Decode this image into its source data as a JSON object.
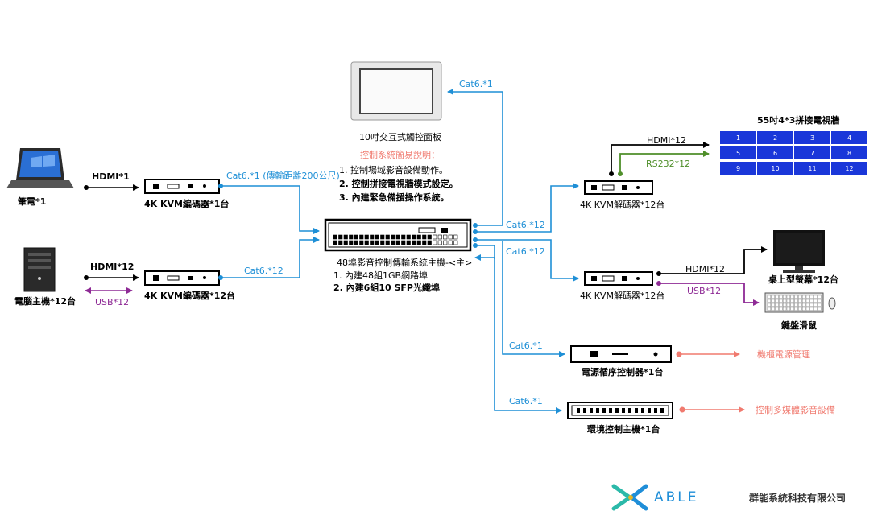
{
  "laptop": {
    "label": "筆電*1",
    "link": "HDMI*1"
  },
  "pc": {
    "label": "電腦主機*12台",
    "link_hdmi": "HDMI*12",
    "link_usb": "USB*12"
  },
  "encoder1": {
    "label": "4K KVM編碼器*1台",
    "link": "Cat6.*1 (傳輸距離200公尺)"
  },
  "encoder2": {
    "label": "4K KVM編碼器*12台",
    "link": "Cat6.*12"
  },
  "panel": {
    "link": "Cat6.*1",
    "label": "10吋交互式觸控面板",
    "desc_title": "控制系統簡易說明：",
    "desc_items": [
      "1.  控制場域影音設備動作。",
      "2.  控制拼接電視牆模式設定。",
      "3.  內建緊急備援操作系統。"
    ]
  },
  "main_unit": {
    "label": "48埠影音控制傳輸系統主機-<主>",
    "features": [
      "1. 內建48組1GB網路埠",
      "2. 內建6組10 SFP光纖埠"
    ]
  },
  "decoder1": {
    "label": "4K KVM解碼器*12台",
    "link": "Cat6.*12",
    "link_hdmi": "HDMI*12",
    "link_rs232": "RS232*12"
  },
  "decoder2": {
    "label": "4K KVM解碼器*12台",
    "link": "Cat6.*12",
    "link_hdmi": "HDMI*12",
    "link_usb": "USB*12"
  },
  "video_wall": {
    "title": "55吋4*3拼接電視牆",
    "cells": [
      "1",
      "2",
      "3",
      "4",
      "5",
      "6",
      "7",
      "8",
      "9",
      "10",
      "11",
      "12"
    ]
  },
  "monitor": {
    "label": "桌上型螢幕*12台"
  },
  "keyboard": {
    "label": "鍵盤滑鼠"
  },
  "power_seq": {
    "label": "電源循序控制器*1台",
    "link": "Cat6.*1",
    "output": "機櫃電源管理"
  },
  "env_ctrl": {
    "label": "環境控制主機*1台",
    "link": "Cat6.*1",
    "output": "控制多媒體影音設備"
  },
  "brand": {
    "logo_text": "ABLE",
    "company": "群能系統科技有限公司"
  },
  "colors": {
    "blue": "#1e8fd6",
    "purple": "#8e2a95",
    "green": "#4f8f2a",
    "salmon": "#f07a6f",
    "wall": "#1a37d9"
  }
}
